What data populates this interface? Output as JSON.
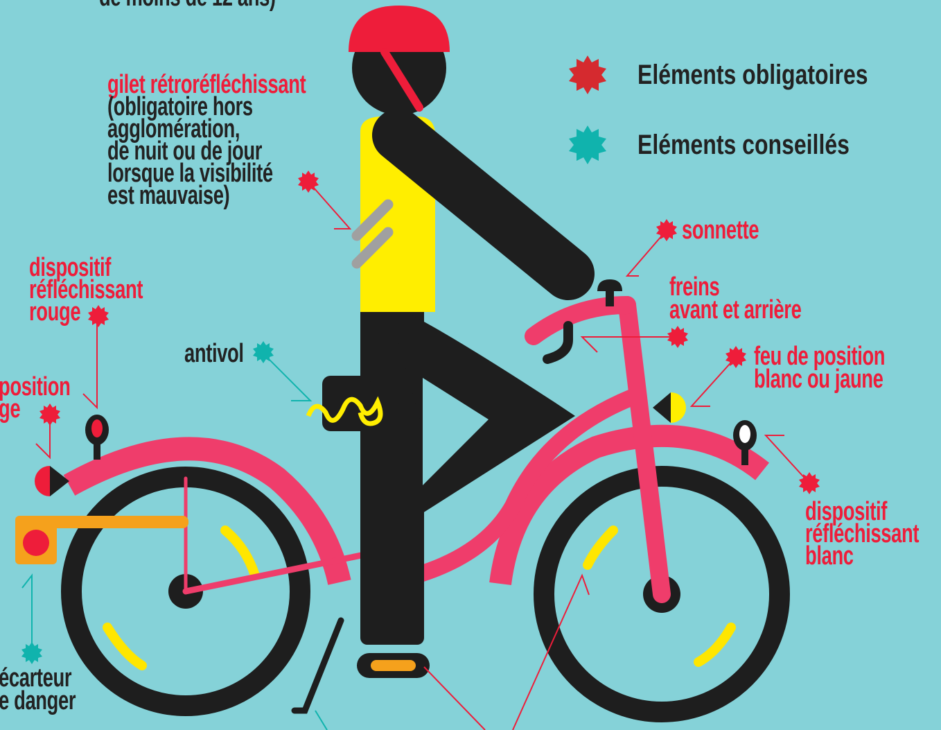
{
  "colors": {
    "background": "#85d2d8",
    "mandatory": "#ee1d3a",
    "recommended": "#10b3ad",
    "frame": "#ef3d6b",
    "rider": "#1e1e1e",
    "vest": "#ffee00",
    "reflector_strip": "#a0a0a0",
    "spoke_reflector": "#ffe600",
    "pedal": "#f5a11c"
  },
  "legend": {
    "mandatory_label": "Eléments obligatoires",
    "recommended_label": "Eléments conseillés",
    "mandatory_icon": "red-starburst-icon",
    "recommended_icon": "teal-starburst-icon"
  },
  "top_text": "de moins de 12 ans)",
  "labels": {
    "vest_title": "gilet rétroréfléchissant",
    "vest_note": [
      "(obligatoire hors",
      "agglomération,",
      "de nuit ou de jour",
      "lorsque la visibilité",
      "est mauvaise)"
    ],
    "rear_reflector": [
      "dispositif",
      "réfléchissant",
      "rouge"
    ],
    "rear_light": [
      "position",
      "ge"
    ],
    "lock": "antivol",
    "bell": "sonnette",
    "brakes": [
      "freins",
      "avant et arrière"
    ],
    "front_light": [
      "feu de position",
      "blanc ou jaune"
    ],
    "front_reflector": [
      "dispositif",
      "réfléchissant",
      "blanc"
    ],
    "spacer": [
      "écarteur",
      "e danger"
    ]
  }
}
